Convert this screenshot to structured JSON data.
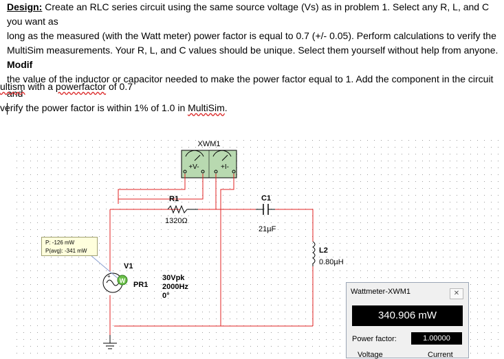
{
  "document": {
    "design_label": "Design:",
    "line1_rest": " Create an RLC series circuit using the same source voltage (Vs) as in problem 1. Select any R, L, and C you want as",
    "line2": "long as the measured (with the Watt meter) power factor is equal to 0.7 (+/- 0.05). Perform calculations to verify the",
    "line3": "MultiSim measurements. Your R, L, and C values should be unique. Select them yourself without help from anyone. ",
    "line3_bold": "Modif",
    "line4": "the value of the inductor or capacitor needed to make the power factor equal to 1. Add the component in the circuit and",
    "line5_a": "verify the power factor is within 1% of 1.0 in ",
    "line5_b": "MultiSim",
    "line5_c": ".",
    "sub_a": "ultism",
    "sub_b": " with a ",
    "sub_c": "powerfactor",
    "sub_d": " of 0.7"
  },
  "circuit": {
    "xwm_label": "XWM1",
    "voltage_sign": "+V-",
    "current_sign": "+I-",
    "r1_name": "R1",
    "r1_value": "1320Ω",
    "c1_name": "C1",
    "c1_value": "21µF",
    "l2_name": "L2",
    "l2_value": "0.80µH",
    "v1_name": "V1",
    "v1_amplitude": "30Vpk",
    "v1_freq": "2000Hz",
    "v1_phase": "0°",
    "pr1_name": "PR1",
    "probe_badge": "W"
  },
  "probe": {
    "p_line": "P: -126 mW",
    "pavg_line": "P(avg): -341 mW"
  },
  "wattmeter": {
    "title": "Wattmeter-XWM1",
    "close": "✕",
    "reading": "340.906 mW",
    "pf_label": "Power factor:",
    "pf_value": "1.00000",
    "voltage_label": "Voltage",
    "current_label": "Current"
  }
}
